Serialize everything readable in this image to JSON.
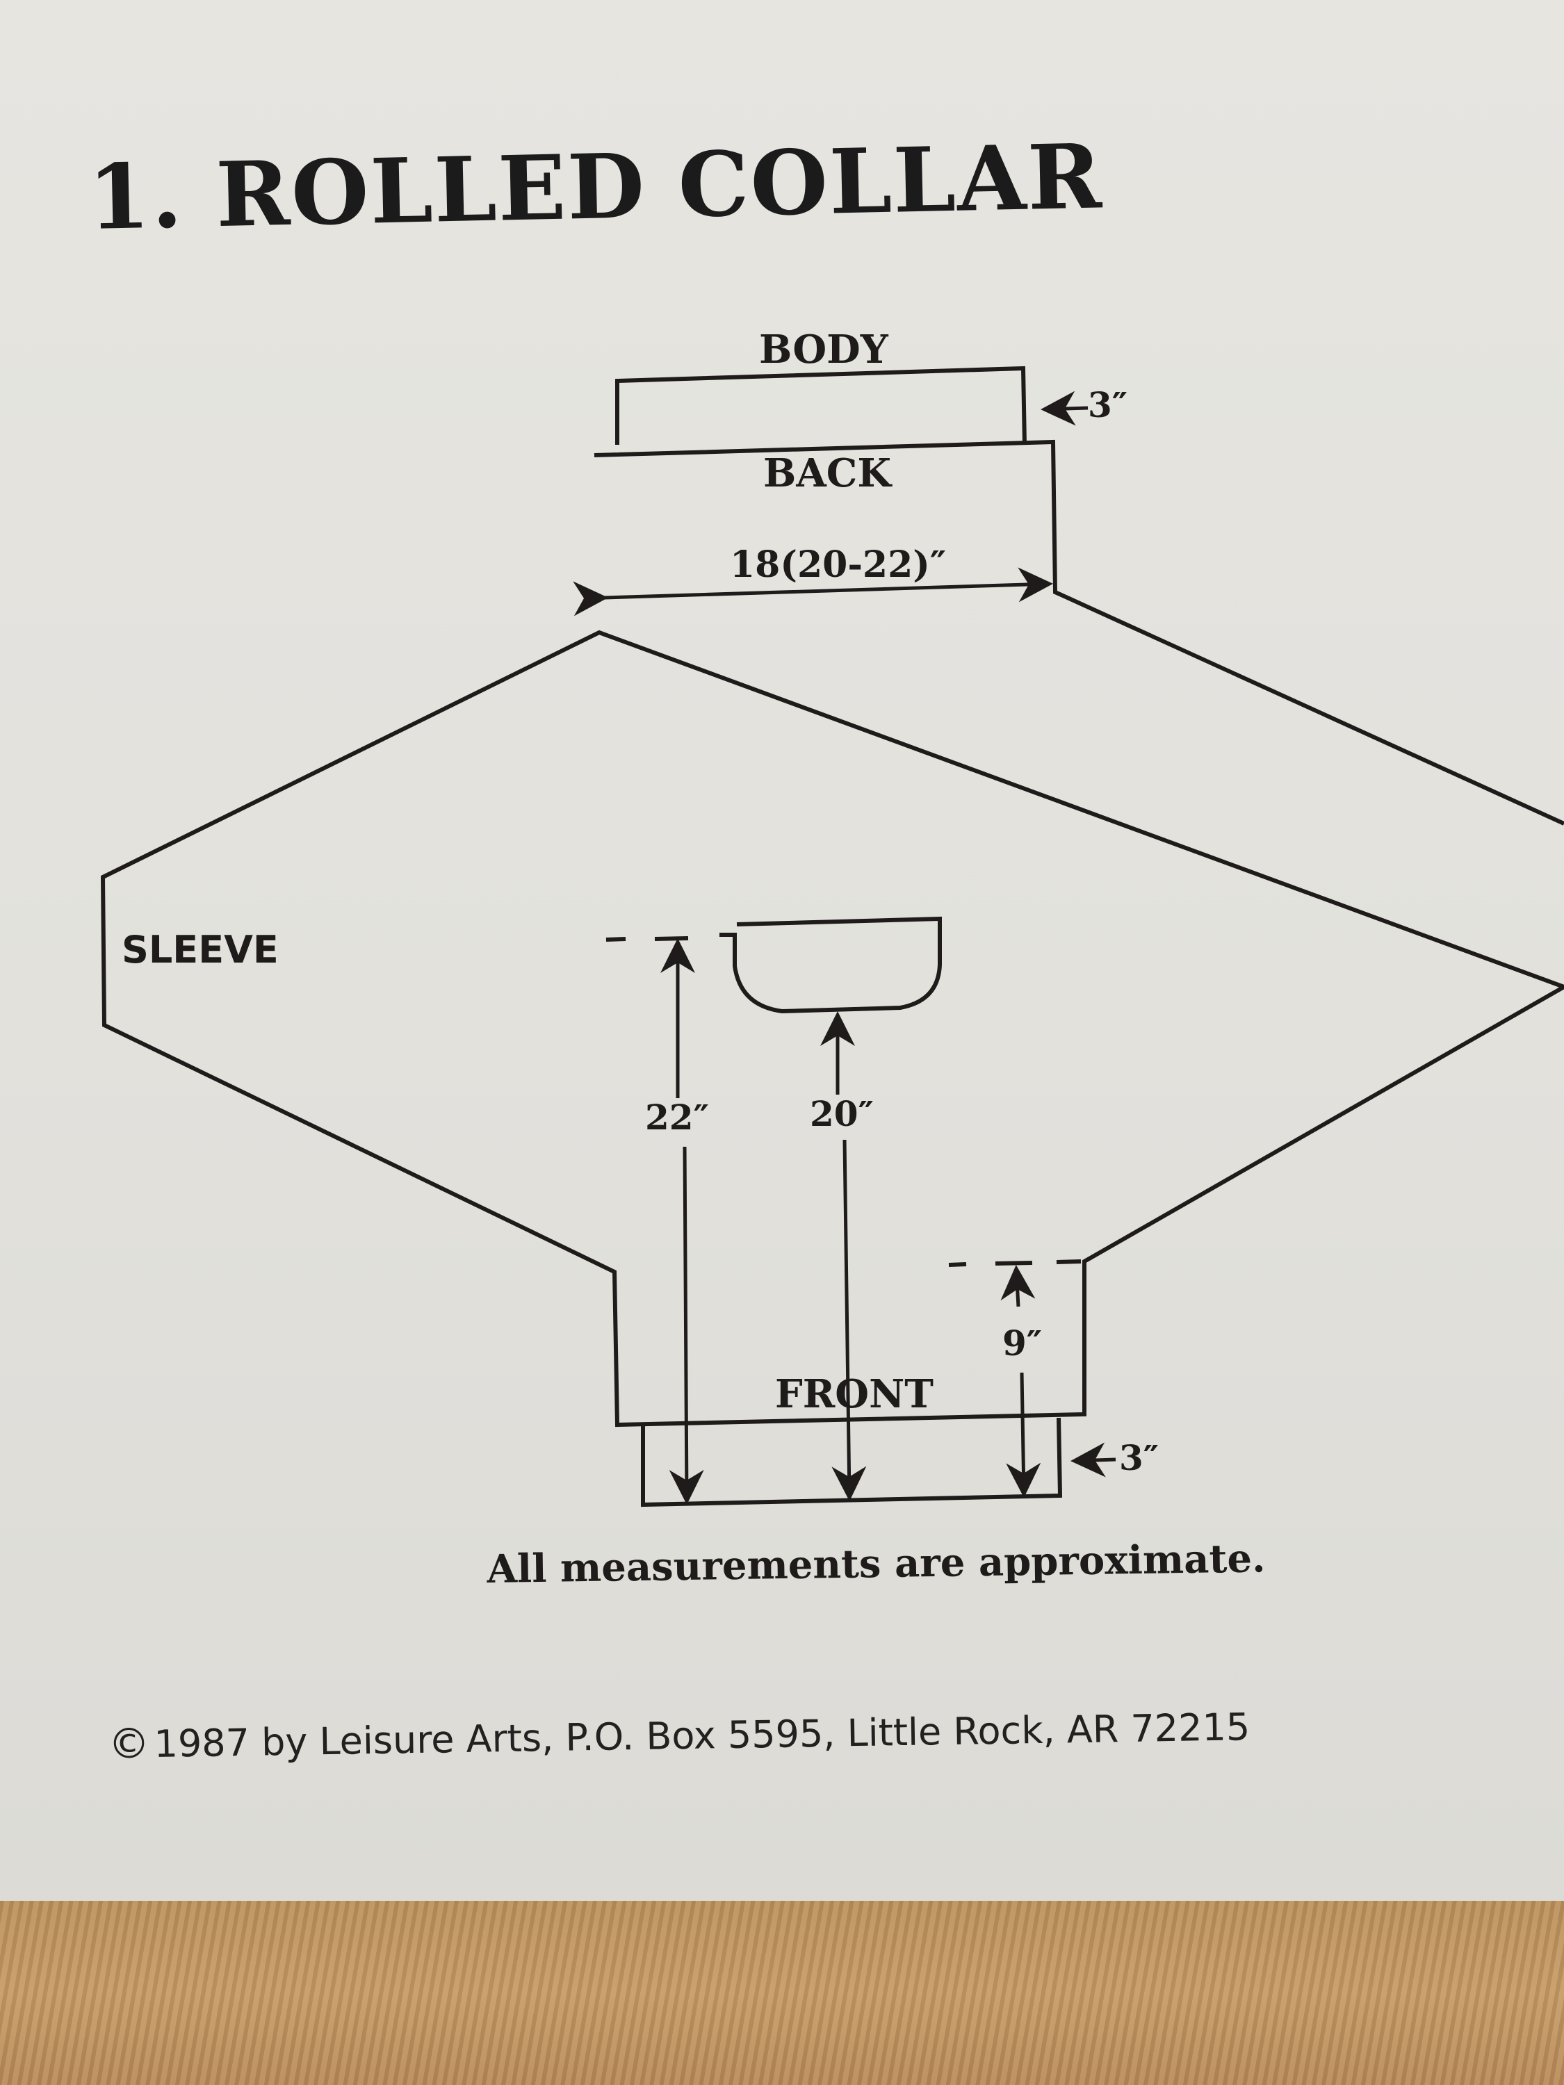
{
  "title": "1. ROLLED COLLAR",
  "labels": {
    "body": "BODY",
    "back": "BACK",
    "back_width": "18(20-22)″",
    "sleeve": "SLEEVE",
    "front": "FRONT",
    "body_depth": "3″",
    "front_band_depth": "3″",
    "length_outer": "22″",
    "length_center": "20″",
    "side_depth": "9″"
  },
  "note": "All measurements are approximate.",
  "copyright": {
    "symbol": "©",
    "text": "1987 by Leisure Arts, P.O. Box 5595, Little Rock, AR 72215"
  },
  "colors": {
    "ink": "#1e1b1a",
    "paper": "#e4e3de",
    "table": "#bf9562"
  }
}
